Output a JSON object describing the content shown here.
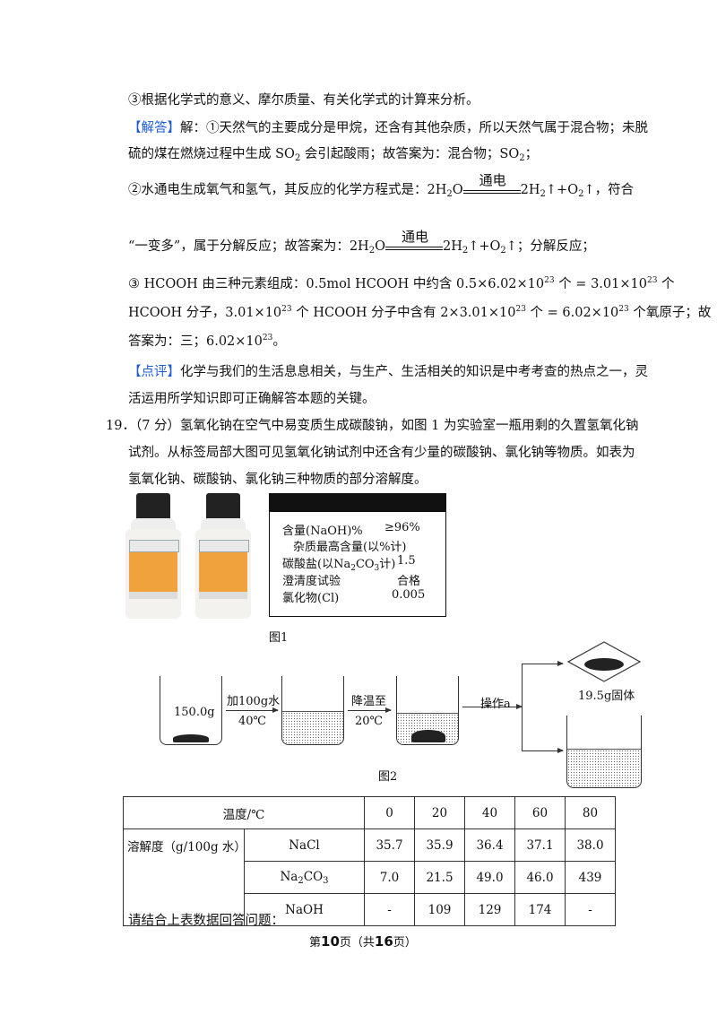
{
  "p1": "③根据化学式的意义、摩尔质量、有关化学式的计算来分析。",
  "answer_tag": "【解答】",
  "a1_a": "解：①天然气的主要成分是甲烷，还含有其他杂质，所以天然气属于混合物；未脱",
  "a1_b": "硫的煤在燃烧过程中生成 SO",
  "a1_b_sub": "2",
  "a1_b2": " 会引起酸雨；故答案为：混合物；SO",
  "a1_b2_sub": "2",
  "a1_b3": "；",
  "a2_pre": "②水通电生成氧气和氢气，其反应的化学方程式是：2H",
  "a2_sub1": "2",
  "a2_o": "O",
  "cond": "通电",
  "a2_h": "2H",
  "a2_sub2": "2",
  "a2_rest1": "↑+O",
  "a2_sub3": "2",
  "a2_rest2": "↑，符合",
  "a3_pre": "“一变多”，属于分解反应；故答案为：2H",
  "a3_rest2": "↑；分解反应；",
  "a4_a": "③ HCOOH 由三种元素组成：0.5mol  HCOOH 中约含 0.5×6.02×10",
  "a4_a_sup": "23",
  "a4_a2": " 个 = 3.01×10",
  "a4_a2_sup": "23",
  "a4_a3": " 个",
  "a4_b": "HCOOH 分子，3.01×10",
  "a4_b_sup": "23",
  "a4_b2": " 个 HCOOH 分子中含有 2×3.01×10",
  "a4_b2_sup": "23",
  "a4_b3": " 个 = 6.02×10",
  "a4_b3_sup": "23",
  "a4_b4": " 个氧原子；故",
  "a4_c": "答案为：三；6.02×10",
  "a4_c_sup": "23",
  "a4_c2": "。",
  "comment_tag": "【点评】",
  "c1": "化学与我们的生活息息相关，与生产、生活相关的知识是中考考查的热点之一，灵",
  "c2": "活运用所学知识即可正确解答本题的关键。",
  "q19_a": "19．（7 分）氢氧化钠在空气中易变质生成碳酸钠，如图 1 为实验室一瓶用剩的久置氢氧化钠",
  "q19_b": "试剂。从标签局部大图可见氢氧化钠试剂中还含有少量的碳酸钠、氯化钠等物质。如表为",
  "q19_c": "氢氧化钠、碳酸钠、氯化钠三种物质的部分溶解度。",
  "label": {
    "l1a": "含量(NaOH)%",
    "l1b": "≥96%",
    "l2": "杂质最高含量(以%计)",
    "l3a": "碳酸盐(以Na",
    "l3sub2": "2",
    "l3mid": "CO",
    "l3sub3": "3",
    "l3end": "计)",
    "l3b": "1.5",
    "l4a": "澄清度试验",
    "l4b": "合格",
    "l5a": "氯化物(Cl)",
    "l5b": "0.005"
  },
  "fig1": "图1",
  "fig2": {
    "mass": "150.0g",
    "step1a": "加100g水",
    "step1b": "40℃",
    "step2a": "降温至",
    "step2b": "20℃",
    "step3": "操作a",
    "solid": "19.5g固体",
    "caption": "图2"
  },
  "table": {
    "temp_header": "温度/℃",
    "temps": [
      "0",
      "20",
      "40",
      "60",
      "80"
    ],
    "row_header": "溶解度（g/100g 水）",
    "rows": [
      {
        "name": "NaCl",
        "values": [
          "35.7",
          "35.9",
          "36.4",
          "37.1",
          "38.0"
        ]
      },
      {
        "name_a": "Na",
        "name_sub1": "2",
        "name_b": "CO",
        "name_sub2": "3",
        "values": [
          "7.0",
          "21.5",
          "49.0",
          "46.0",
          "439"
        ]
      },
      {
        "name": "NaOH",
        "values": [
          "-",
          "109",
          "129",
          "174",
          "-"
        ]
      }
    ]
  },
  "q19_d": "请结合上表数据回答问题：",
  "footer": {
    "a": "第",
    "page": "10",
    "b": "页（共",
    "total": "16",
    "c": "页）"
  }
}
